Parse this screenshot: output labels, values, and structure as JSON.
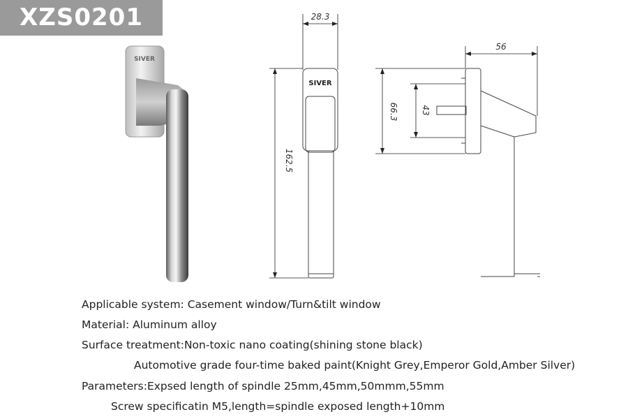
{
  "model_code": "XZS0201",
  "brand_label": "SIVER",
  "dimensions": {
    "width": "28.3",
    "height": "162.5",
    "base_height": "66.3",
    "screw_spacing": "43",
    "depth": "56"
  },
  "specs": [
    "Applicable system: Casement window/Turn&tilt window",
    "Material: Aluminum alloy",
    "Surface treatment:Non-toxic nano coating(shining stone black)",
    "Automotive grade four-time baked paint(Knight Grey,Emperor Gold,Amber Silver)",
    "Parameters:Expsed length of spindle 25mm,45mm,50mmm,55mm",
    "Screw specificatin M5,length=spindle exposed length+10mm"
  ]
}
